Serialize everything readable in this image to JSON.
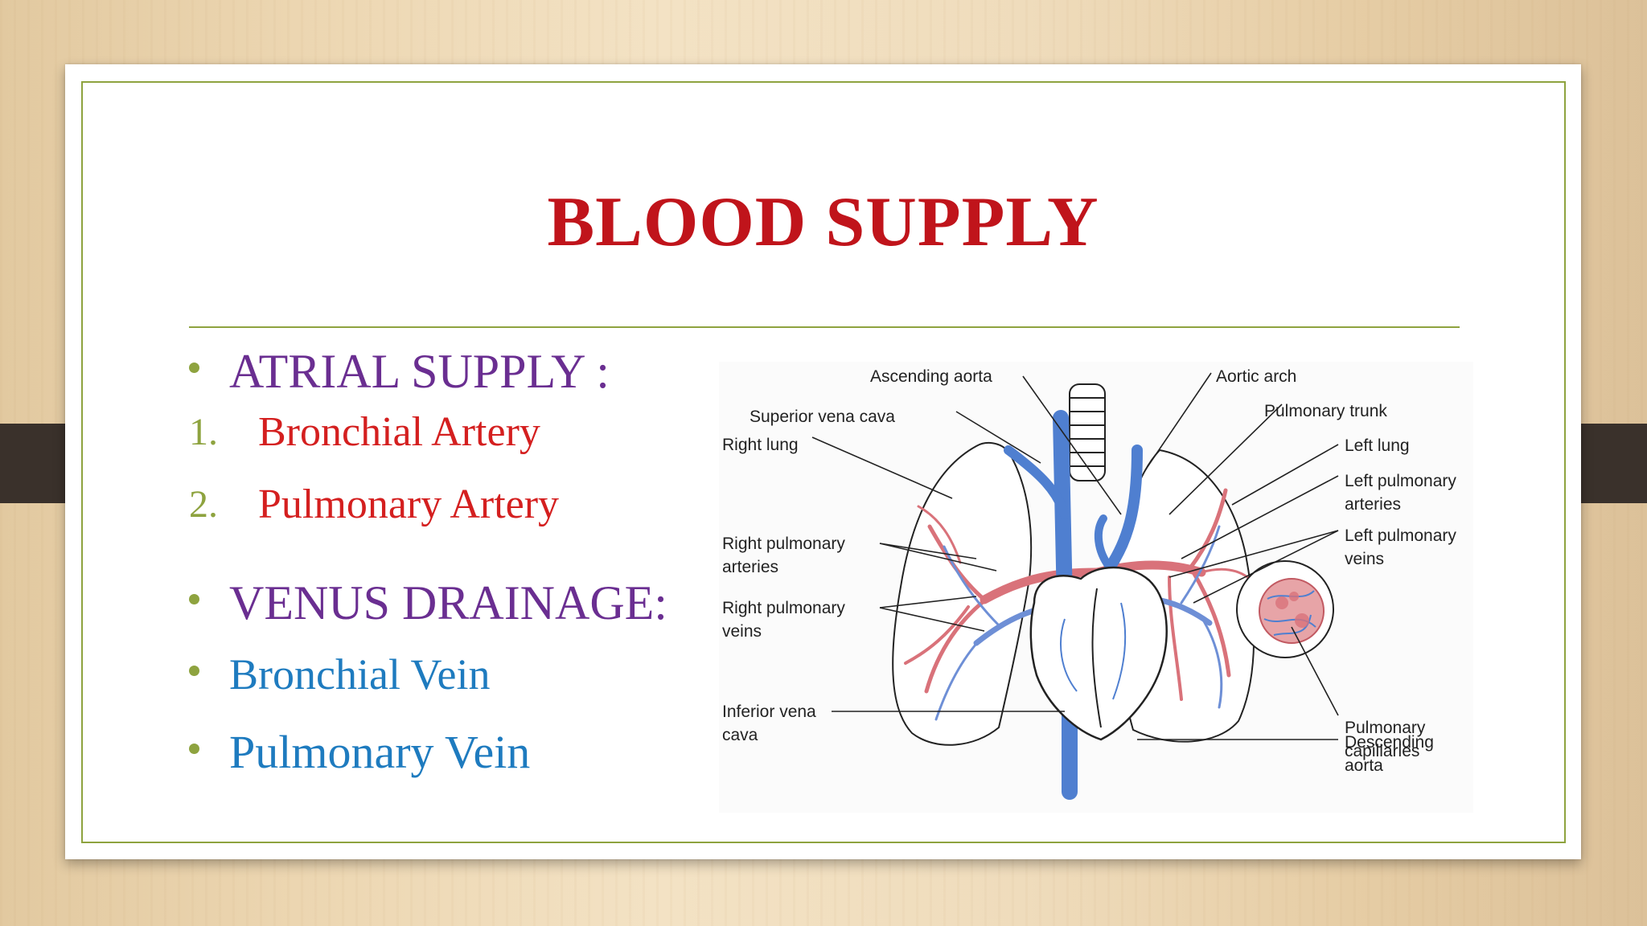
{
  "slide": {
    "title": "BLOOD SUPPLY",
    "items": [
      {
        "marker": "bullet",
        "text": "ATRIAL SUPPLY :",
        "color": "#6a2e91"
      },
      {
        "marker": "number",
        "number": "1.",
        "text": "Bronchial Artery",
        "color": "#d41f1f"
      },
      {
        "marker": "number",
        "number": "2.",
        "text": "Pulmonary Artery",
        "color": "#d41f1f"
      },
      {
        "marker": "bullet",
        "text": "VENUS DRAINAGE:",
        "color": "#6a2e91"
      },
      {
        "marker": "bullet",
        "text": "Bronchial Vein",
        "color": "#1e7bbf"
      },
      {
        "marker": "bullet",
        "text": "Pulmonary Vein",
        "color": "#1e7bbf"
      }
    ]
  },
  "diagram": {
    "labels": {
      "ascending_aorta": "Ascending aorta",
      "aortic_arch": "Aortic arch",
      "superior_vena_cava": "Superior vena cava",
      "pulmonary_trunk": "Pulmonary trunk",
      "right_lung": "Right lung",
      "left_lung": "Left lung",
      "left_pulmonary_arteries": [
        "Left pulmonary",
        "arteries"
      ],
      "left_pulmonary_veins": [
        "Left pulmonary",
        "veins"
      ],
      "right_pulmonary_arteries": [
        "Right pulmonary",
        "arteries"
      ],
      "right_pulmonary_veins": [
        "Right pulmonary",
        "veins"
      ],
      "pulmonary_capillaries": [
        "Pulmonary",
        "capillaries"
      ],
      "inferior_vena_cava": [
        "Inferior vena",
        "cava"
      ],
      "descending_aorta": [
        "Descending",
        "aorta"
      ]
    }
  },
  "colors": {
    "title": "#c0141b",
    "accent_green": "#8ea33f",
    "artery_red": "#d9727a",
    "vein_blue": "#4f7fd0",
    "tab_dark": "#3a312b"
  }
}
